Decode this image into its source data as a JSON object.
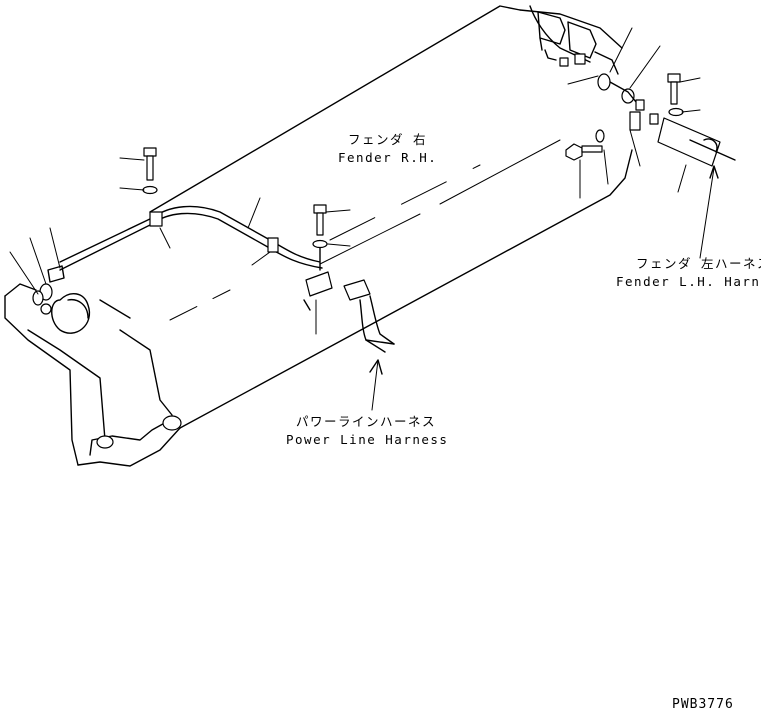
{
  "labels": {
    "fender_rh_jp": "フェンダ 右",
    "fender_rh_en": "Fender R.H.",
    "fender_lh_harness_jp": "フェンダ 左ハーネス",
    "fender_lh_harness_en": "Fender L.H. Harne",
    "power_line_harness_jp": "パワーラインハーネス",
    "power_line_harness_en": "Power Line Harness",
    "drawing_code": "PWB3776"
  }
}
